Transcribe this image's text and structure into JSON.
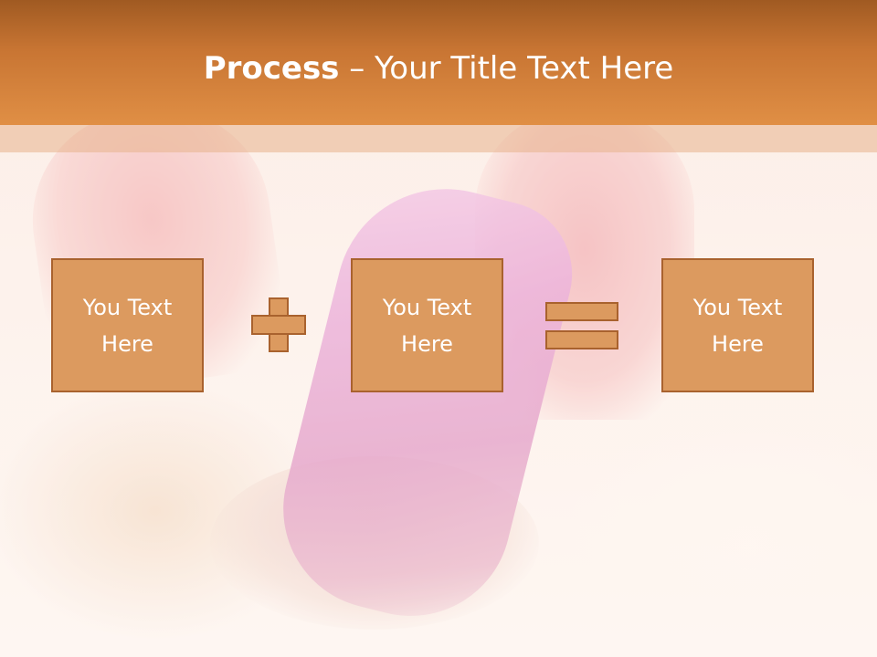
{
  "slide": {
    "title_bold": "Process",
    "title_rest": " – Your Title Text Here"
  },
  "boxes": [
    {
      "line1": "You Text",
      "line2": "Here"
    },
    {
      "line1": "You Text",
      "line2": "Here"
    },
    {
      "line1": "You Text",
      "line2": "Here"
    }
  ],
  "operators": [
    "plus-icon",
    "equals-icon"
  ],
  "colors": {
    "header": "#c87533",
    "box_fill": "#dc9a5f",
    "box_border": "#a9622e",
    "text": "#ffffff"
  }
}
